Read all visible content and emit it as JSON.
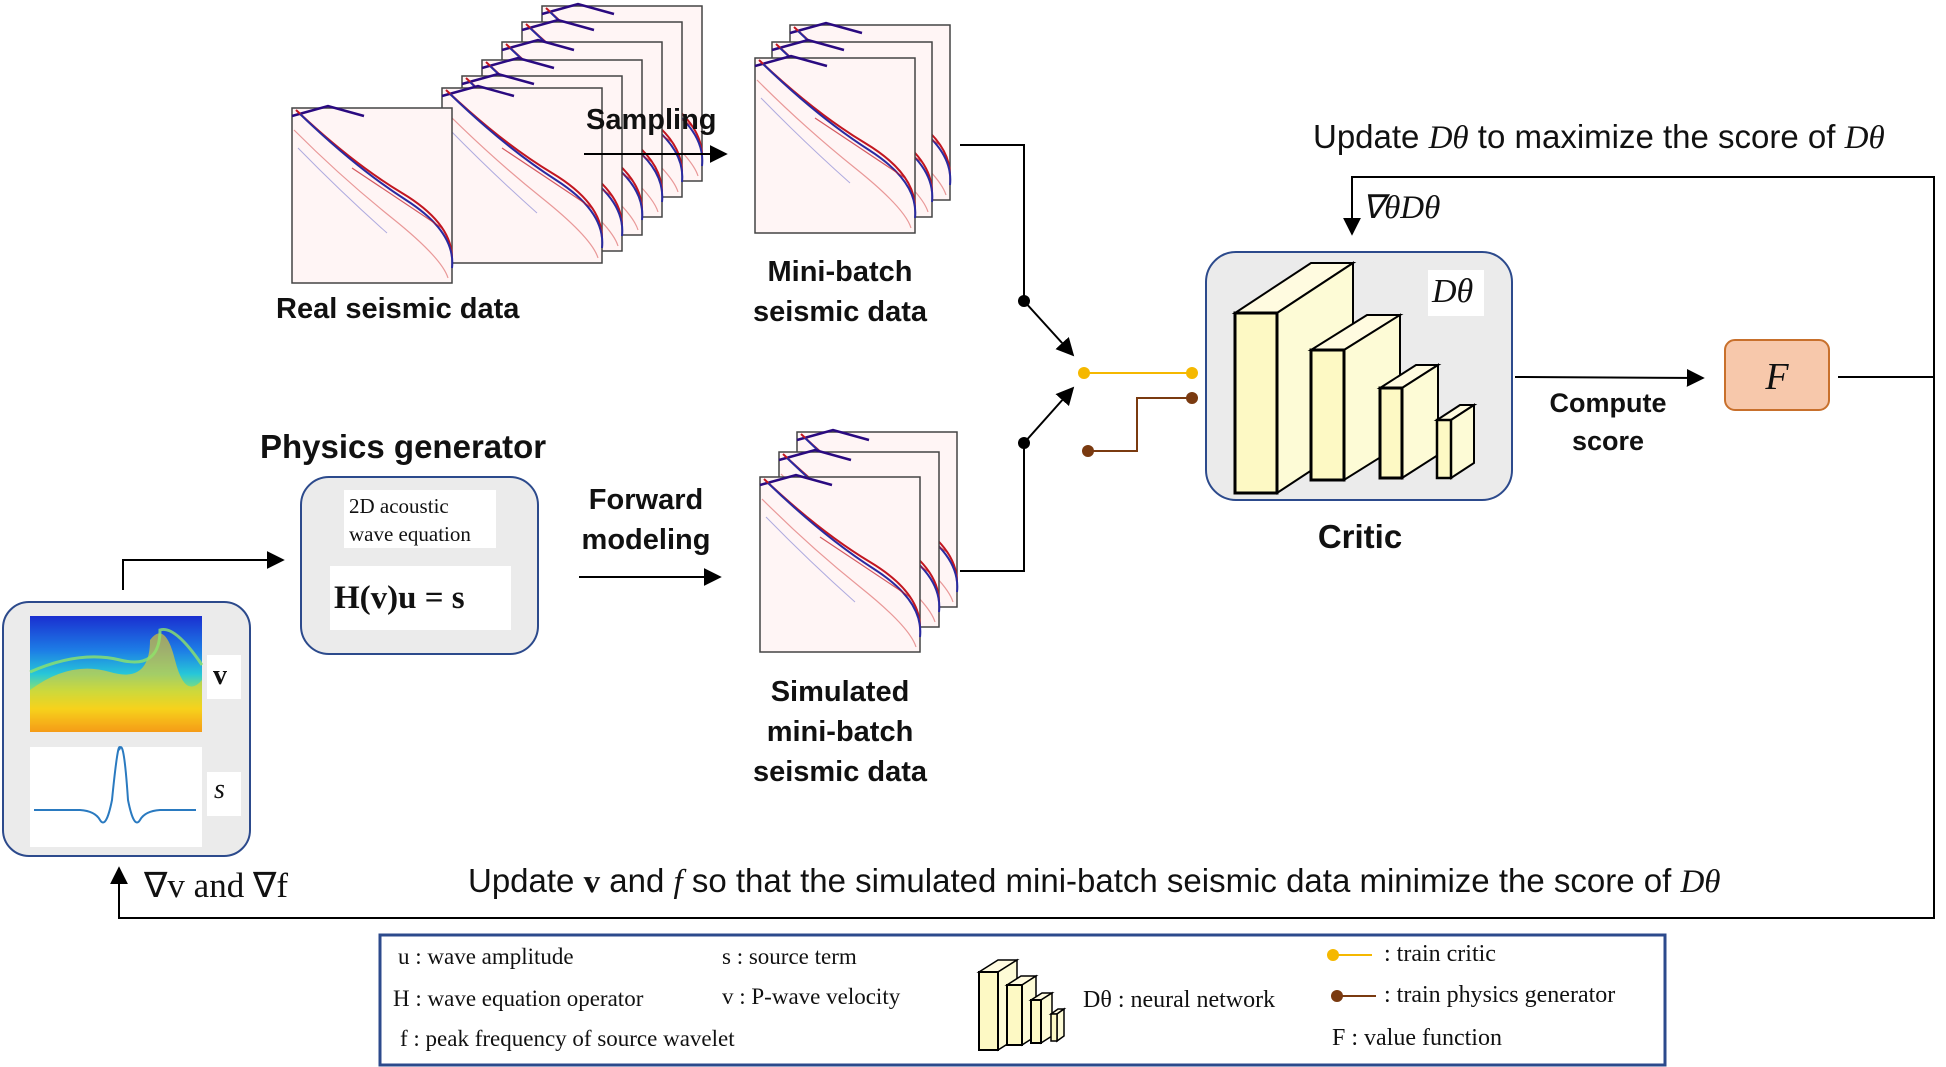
{
  "labels": {
    "real_data": "Real seismic data",
    "sampling": "Sampling",
    "minibatch_line1": "Mini-batch",
    "minibatch_line2": "seismic data",
    "physics_generator": "Physics generator",
    "pde_line1": "2D acoustic",
    "pde_line2": "wave equation",
    "pde_formula": "H(v)u = s",
    "forward_line1": "Forward",
    "forward_line2": "modeling",
    "sim_line1": "Simulated",
    "sim_line2": "mini-batch",
    "sim_line3": "seismic data",
    "critic": "Critic",
    "critic_symbol": "Dθ",
    "compute_line1": "Compute",
    "compute_line2": "score",
    "value_fn": "F",
    "v_label": "v",
    "s_label": "s",
    "update_critic_a": "Update ",
    "update_critic_sym": "Dθ",
    "update_critic_b": " to maximize the score of ",
    "update_critic_sym2": "Dθ",
    "grad_critic": "∇θDθ",
    "update_gen_a": "Update ",
    "update_gen_v": "v",
    "update_gen_and": " and ",
    "update_gen_f": "f",
    "update_gen_b": " so that the simulated mini-batch seismic data minimize the score of ",
    "update_gen_sym": "Dθ",
    "grad_gen": "∇v and ∇f"
  },
  "legend": {
    "u": "u : wave amplitude",
    "s": "s : source term",
    "H": "H : wave equation operator",
    "v": "v : P-wave velocity",
    "f": "f : peak frequency of source wavelet",
    "D": "Dθ : neural network",
    "train_critic": ": train critic",
    "train_gen": ": train physics generator",
    "F": "F : value function"
  },
  "colors": {
    "box_fill": "#ebebeb",
    "box_border": "#2c4a8c",
    "critic_train": "#f5b800",
    "gen_train": "#7a3a10",
    "F_fill": "#f7c8ab",
    "F_border": "#c8702c",
    "cube_fill": "#fdfbd6"
  },
  "icons": [
    "seismic-gather-icon",
    "velocity-model-icon",
    "wavelet-icon",
    "neural-network-icon"
  ]
}
